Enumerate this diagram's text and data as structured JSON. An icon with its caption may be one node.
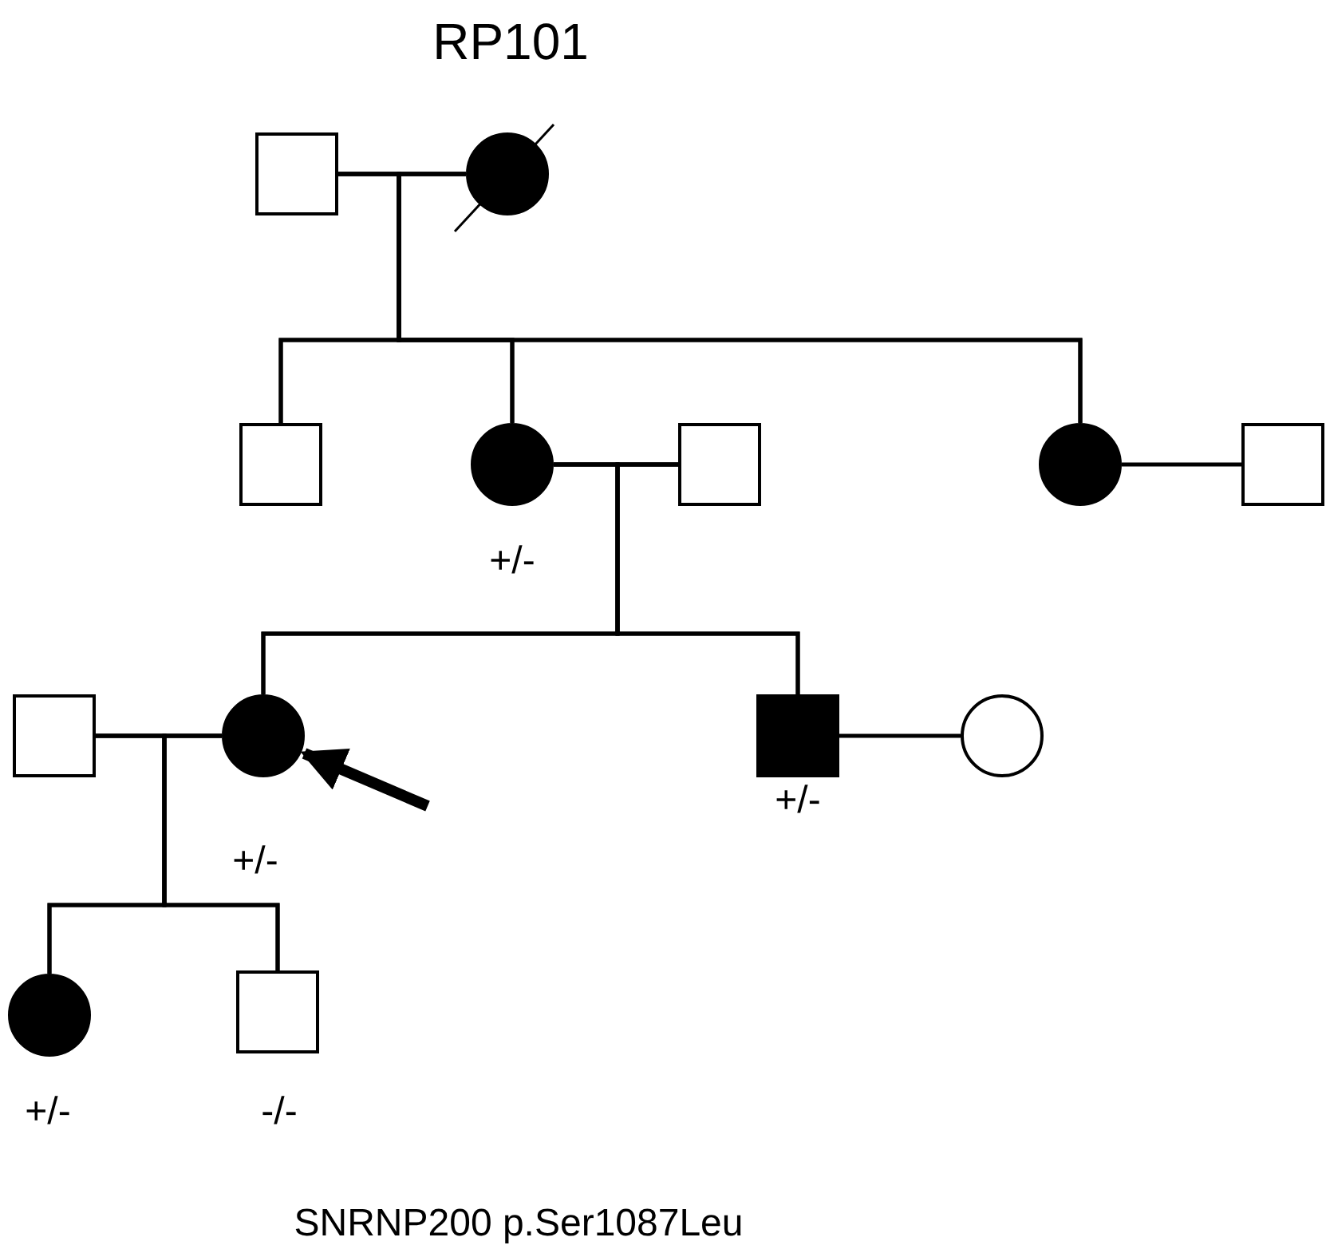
{
  "diagram": {
    "title": "RP101",
    "caption": "SNRNP200 p.Ser1087Leu",
    "nodes": [
      {
        "text": [],
        "shape": "box"
      },
      {
        "text": [],
        "shape": "circle"
      },
      {
        "text": [],
        "shape": "box"
      },
      {
        "text": [],
        "shape": "circle",
        "beside": [
          "+/-"
        ]
      },
      {
        "text": [],
        "shape": "box"
      },
      {
        "text": [],
        "shape": "circle"
      },
      {
        "text": [],
        "shape": "box"
      },
      {
        "text": [],
        "shape": "box"
      },
      {
        "text": [],
        "shape": "circle",
        "beside": [
          "+/-"
        ]
      },
      {
        "text": [],
        "shape": "box",
        "beside": [
          "+/-"
        ]
      },
      {
        "text": [],
        "shape": "circle"
      },
      {
        "text": [],
        "shape": "circle",
        "beside": [
          "+/-"
        ]
      },
      {
        "text": [],
        "shape": "box",
        "beside": [
          "-/-"
        ]
      }
    ],
    "edges": [
      {
        "from": 0,
        "to": 1,
        "arrow": "none"
      },
      {
        "from": 0,
        "to": 2,
        "arrow": "none"
      },
      {
        "from": 0,
        "to": 3,
        "arrow": "none"
      },
      {
        "from": 0,
        "to": 5,
        "arrow": "none"
      },
      {
        "from": 1,
        "to": 2,
        "arrow": "none"
      },
      {
        "from": 1,
        "to": 3,
        "arrow": "none"
      },
      {
        "from": 1,
        "to": 5,
        "arrow": "none"
      },
      {
        "from": 3,
        "to": 4,
        "arrow": "none"
      },
      {
        "from": 5,
        "to": 6,
        "arrow": "none"
      },
      {
        "from": 3,
        "to": 8,
        "arrow": "none"
      },
      {
        "from": 3,
        "to": 9,
        "arrow": "none"
      },
      {
        "from": 4,
        "to": 8,
        "arrow": "none"
      },
      {
        "from": 4,
        "to": 9,
        "arrow": "none"
      },
      {
        "from": 7,
        "to": 8,
        "arrow": "none"
      },
      {
        "from": 9,
        "to": 10,
        "arrow": "none"
      },
      {
        "from": 7,
        "to": 11,
        "arrow": "none"
      },
      {
        "from": 7,
        "to": 12,
        "arrow": "none"
      },
      {
        "from": 8,
        "to": 11,
        "arrow": "none"
      },
      {
        "from": 8,
        "to": 12,
        "arrow": "none"
      },
      {
        "from": null,
        "to": 8,
        "arrow": "to",
        "style": "thick"
      }
    ]
  }
}
